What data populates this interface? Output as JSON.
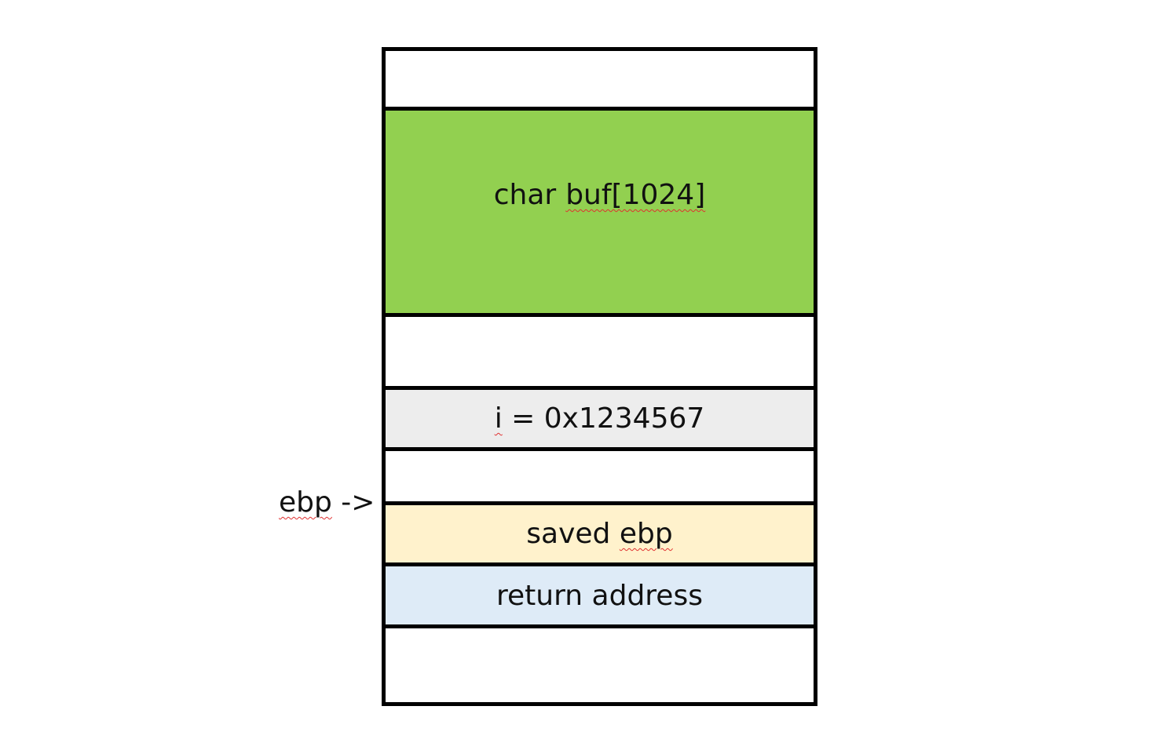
{
  "stack_frame": {
    "slots": [
      {
        "id": "empty-top",
        "label": "",
        "color": "#ffffff"
      },
      {
        "id": "buf",
        "label_type": "char",
        "label_var": "buf[1024]",
        "color": "#92d050"
      },
      {
        "id": "empty-mid1",
        "label": "",
        "color": "#ffffff"
      },
      {
        "id": "i",
        "label_var": "i",
        "label_rest": " = 0x1234567",
        "color": "#ededed"
      },
      {
        "id": "empty-mid2",
        "label": "",
        "color": "#ffffff"
      },
      {
        "id": "saved-ebp",
        "label_pre": "saved ",
        "label_var": "ebp",
        "color": "#fff2cc"
      },
      {
        "id": "return-address",
        "label": "return address",
        "color": "#deebf7"
      },
      {
        "id": "empty-bottom",
        "label": "",
        "color": "#ffffff"
      }
    ]
  },
  "pointer": {
    "register": "ebp",
    "arrow": " ->"
  }
}
